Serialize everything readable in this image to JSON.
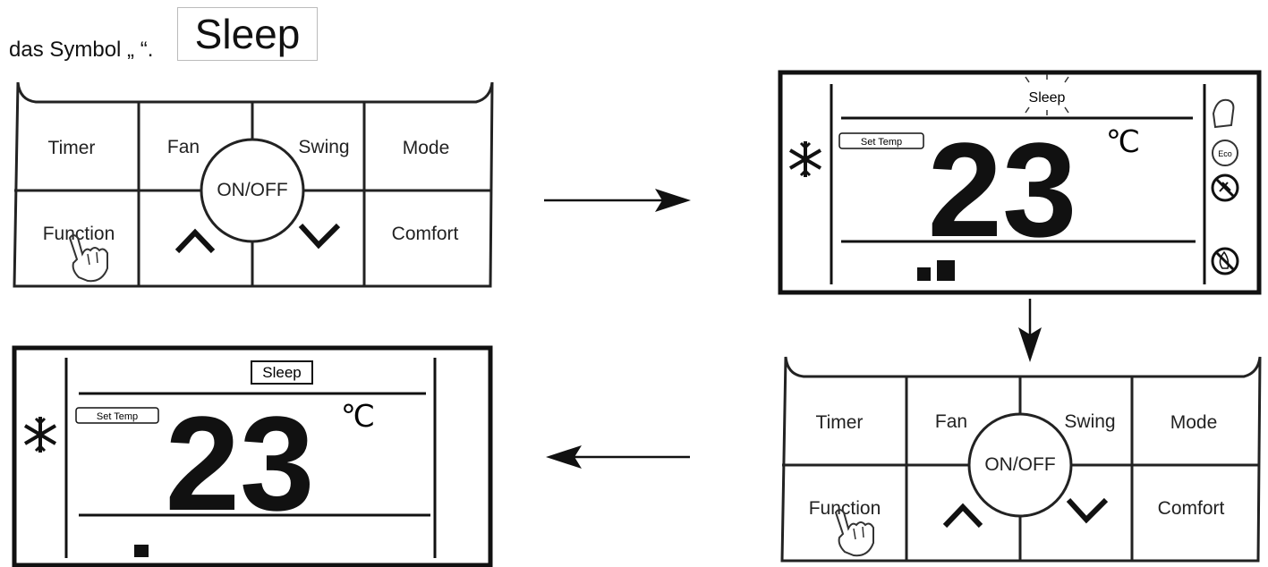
{
  "intro": {
    "text": "das Symbol „ “.",
    "symbol": "Sleep"
  },
  "keypad": {
    "timer": "Timer",
    "fan": "Fan",
    "swing": "Swing",
    "mode": "Mode",
    "function": "Function",
    "comfort": "Comfort",
    "onoff": "ON/OFF"
  },
  "display": {
    "sleep_label": "Sleep",
    "set_temp_label": "Set Temp",
    "temperature": "23",
    "unit": "℃",
    "eco_label": "Eco"
  },
  "icons": {
    "snowflake": "snowflake-icon",
    "hand": "pointing-hand-icon",
    "up": "chevron-up-icon",
    "down": "chevron-down-icon",
    "arrow_right": "arrow-right-icon",
    "arrow_down": "arrow-down-icon",
    "arrow_left": "arrow-left-icon",
    "fan_bars": "fan-speed-bars-icon",
    "eco": "eco-icon",
    "arm": "arm-icon",
    "no_mosquito": "no-mosquito-icon",
    "no_fire": "no-fire-icon"
  }
}
